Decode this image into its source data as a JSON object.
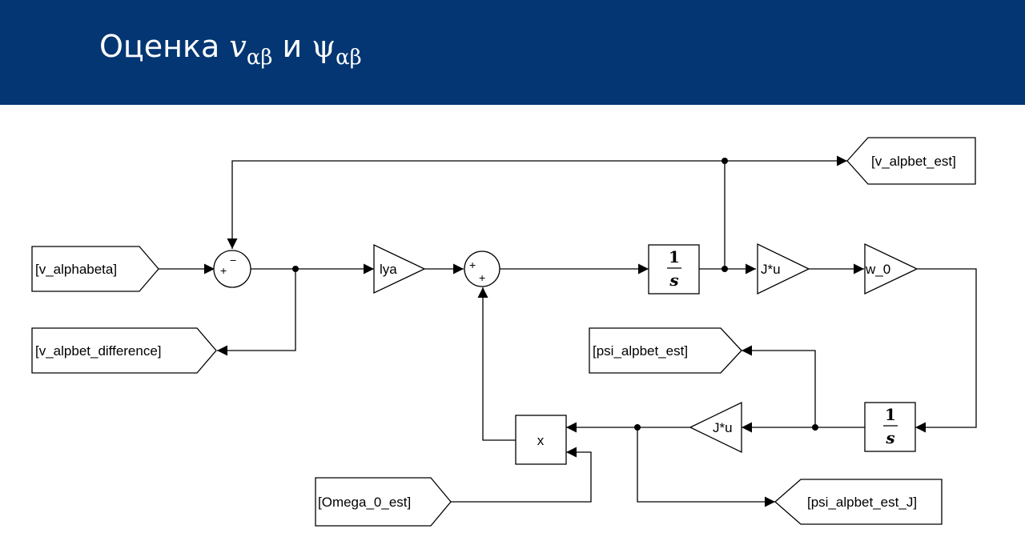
{
  "header": {
    "title_prefix": "Оценка",
    "v_symbol": "v",
    "subscript": "αβ",
    "conjunction": "и",
    "psi_symbol": "ψ",
    "bg_color": "#043673"
  },
  "diagram": {
    "from_v_alphabeta": "[v_alphabeta]",
    "goto_v_alpbet_difference": "[v_alpbet_difference]",
    "goto_v_alpbet_est": "[v_alpbet_est]",
    "goto_psi_alpbet_est": "[psi_alpbet_est]",
    "goto_psi_alpbet_est_J": "[psi_alpbet_est_J]",
    "from_omega_0_est": "[Omega_0_est]",
    "gain_lya": "lya",
    "gain_j_u_top": "J*u",
    "gain_w_0": "w_0",
    "gain_j_u_bottom": "J*u",
    "product_label": "x",
    "integrator_numerator": "1",
    "integrator_denominator": "s",
    "sum1_plus": "+",
    "sum1_minus": "−",
    "sum2_plus_left": "+",
    "sum2_plus_bottom": "+"
  }
}
